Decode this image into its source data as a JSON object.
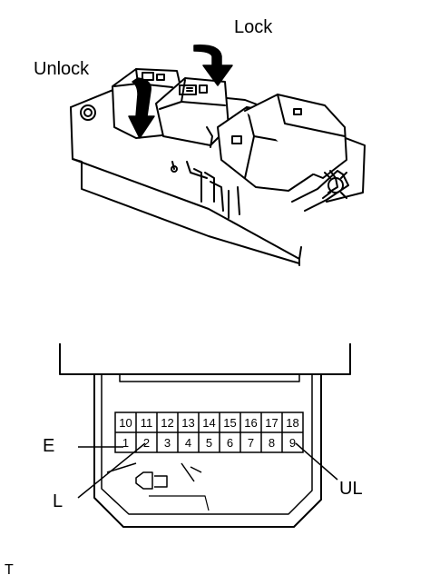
{
  "labels": {
    "lock": "Lock",
    "unlock": "Unlock",
    "e": "E",
    "l": "L",
    "ul": "UL",
    "corner": "T"
  },
  "connector": {
    "top_row": [
      "10",
      "11",
      "12",
      "13",
      "14",
      "15",
      "16",
      "17",
      "18"
    ],
    "bottom_row": [
      "1",
      "2",
      "3",
      "4",
      "5",
      "6",
      "7",
      "8",
      "9"
    ]
  }
}
